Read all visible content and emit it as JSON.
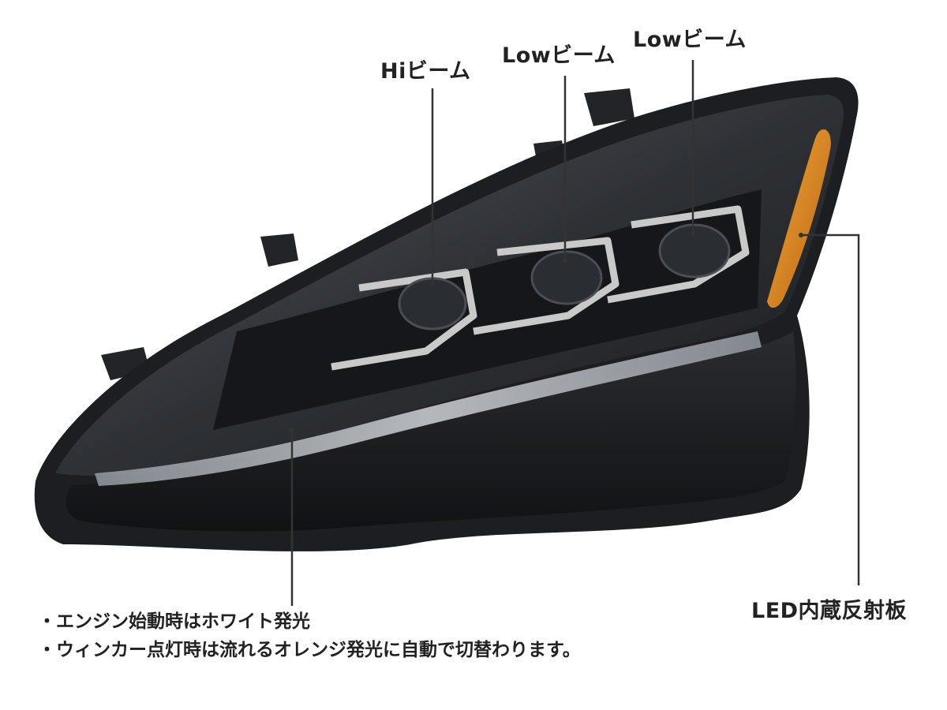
{
  "callouts": {
    "hi_beam": "Hiビーム",
    "low_beam_1": "Lowビーム",
    "low_beam_2": "Lowビーム",
    "led_reflector": "LED内蔵反射板"
  },
  "notes": [
    "・エンジン始動時はホワイト発光",
    "・ウィンカー点灯時は流れるオレンジ発光に自動で切替わります。"
  ],
  "colors": {
    "housing_dark": "#1c1e21",
    "lens_gray": "#3a3d42",
    "chrome": "#c9c9c9",
    "amber": "#e08a1e",
    "callout_line": "#333333"
  }
}
